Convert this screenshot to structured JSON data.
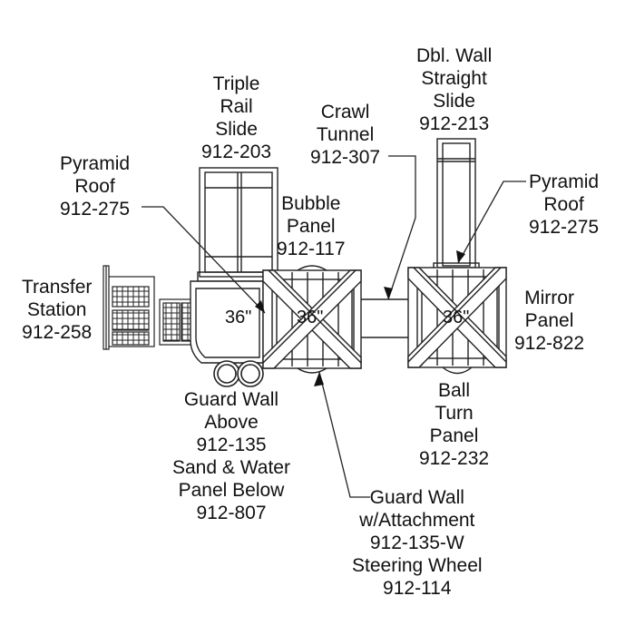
{
  "labels": {
    "triple_rail_slide": [
      "Triple",
      "Rail",
      "Slide",
      "912-203"
    ],
    "dbl_wall_slide": [
      "Dbl. Wall",
      "Straight",
      "Slide",
      "912-213"
    ],
    "crawl_tunnel": [
      "Crawl",
      "Tunnel",
      "912-307"
    ],
    "pyramid_roof_left": [
      "Pyramid",
      "Roof",
      "912-275"
    ],
    "pyramid_roof_right": [
      "Pyramid",
      "Roof",
      "912-275"
    ],
    "bubble_panel": [
      "Bubble",
      "Panel",
      "912-117"
    ],
    "transfer_station": [
      "Transfer",
      "Station",
      "912-258"
    ],
    "mirror_panel": [
      "Mirror",
      "Panel",
      "912-822"
    ],
    "ball_turn_panel": [
      "Ball",
      "Turn",
      "Panel",
      "912-232"
    ],
    "guard_wall_sand": [
      "Guard Wall",
      "Above",
      "912-135",
      "Sand & Water",
      "Panel Below",
      "912-807"
    ],
    "guard_wall_attachment": [
      "Guard Wall",
      "w/Attachment",
      "912-135-W",
      "Steering Wheel",
      "912-114"
    ]
  },
  "dimensions": {
    "deck_a": "36\"",
    "deck_b": "36\"",
    "deck_c": "36\""
  }
}
